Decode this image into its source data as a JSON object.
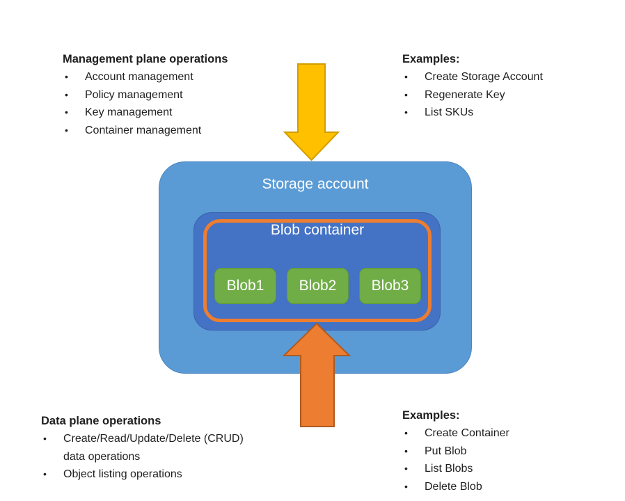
{
  "diagram": {
    "storage_label": "Storage account",
    "container_label": "Blob container",
    "blobs": [
      "Blob1",
      "Blob2",
      "Blob3"
    ],
    "icons": {
      "down_arrow": "down-arrow",
      "up_arrow": "up-arrow"
    },
    "colors": {
      "storage_fill": "#5B9BD5",
      "container_fill": "#4472C4",
      "container_outline": "#ED7D31",
      "blob_fill": "#70AD47",
      "down_arrow_fill": "#FFC000",
      "up_arrow_fill": "#ED7D31",
      "label_text": "#FFFFFF",
      "body_text": "#1F1F1F"
    }
  },
  "management_plane": {
    "title": "Management plane operations",
    "bullet": "•",
    "items": [
      "Account management",
      "Policy management",
      "Key management",
      "Container management"
    ]
  },
  "management_examples": {
    "title": "Examples:",
    "bullet": "•",
    "items": [
      "Create Storage Account",
      "Regenerate Key",
      "List SKUs"
    ]
  },
  "data_plane": {
    "title": "Data plane operations",
    "bullet": "•",
    "items": [
      "Create/Read/Update/Delete (CRUD) data operations",
      "Object listing operations"
    ]
  },
  "data_examples": {
    "title": "Examples:",
    "bullet": "•",
    "items": [
      "Create Container",
      "Put Blob",
      "List Blobs",
      "Delete Blob"
    ]
  }
}
